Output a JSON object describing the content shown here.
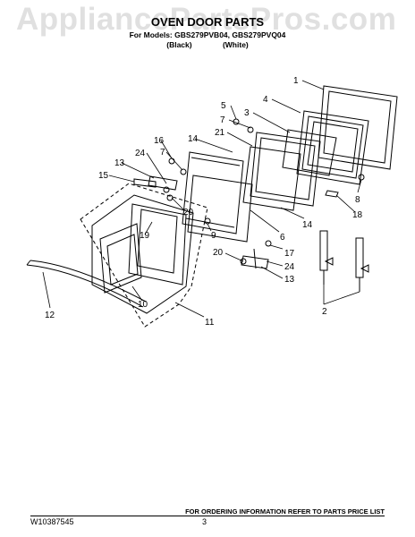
{
  "header": {
    "watermark": "AppliancePartsPros.com",
    "title": "OVEN DOOR PARTS",
    "models": "For Models: GBS279PVB04, GBS279PVQ04",
    "variant_black": "(Black)",
    "variant_white": "(White)"
  },
  "callouts": [
    "1",
    "4",
    "5",
    "3",
    "7",
    "21",
    "16",
    "7",
    "14",
    "24",
    "13",
    "15",
    "20",
    "9",
    "8",
    "18",
    "19",
    "14",
    "6",
    "17",
    "10",
    "20",
    "24",
    "13",
    "12",
    "11",
    "2"
  ],
  "footer": {
    "document_id": "W10387545",
    "page_number": "3",
    "ordering_note": "FOR ORDERING INFORMATION REFER TO PARTS PRICE LIST"
  }
}
